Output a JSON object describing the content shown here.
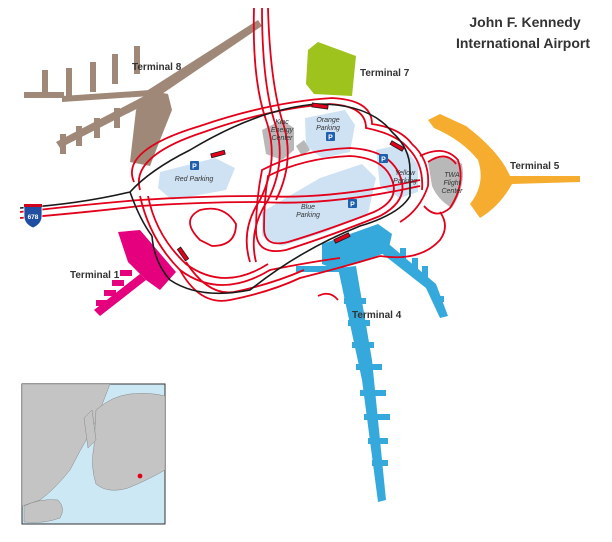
{
  "title": {
    "line1": "John F. Kennedy",
    "line2": "International Airport"
  },
  "terminals": [
    {
      "id": "t8",
      "label": "Terminal 8",
      "color": "#a08878"
    },
    {
      "id": "t7",
      "label": "Terminal 7",
      "color": "#9dc31c"
    },
    {
      "id": "t5",
      "label": "Terminal 5",
      "color": "#f6ad2f"
    },
    {
      "id": "t4",
      "label": "Terminal 4",
      "color": "#35a9dc"
    },
    {
      "id": "t1",
      "label": "Terminal 1",
      "color": "#e5007e"
    }
  ],
  "parking": [
    {
      "id": "red",
      "line1": "Red Parking",
      "line2": ""
    },
    {
      "id": "orange",
      "line1": "Orange",
      "line2": "Parking"
    },
    {
      "id": "yellow",
      "line1": "Yellow",
      "line2": "Parking"
    },
    {
      "id": "blue",
      "line1": "Blue",
      "line2": "Parking"
    }
  ],
  "parking_symbol": "P",
  "buildings": {
    "kiac_line1": "Kiac",
    "kiac_line2": "Energy",
    "kiac_line3": "Center",
    "twa_line1": "TWA",
    "twa_line2": "Flight",
    "twa_line3": "Center"
  },
  "highway": {
    "shield": "678"
  },
  "colors": {
    "roads": "#e2001a",
    "airtrain": "#1a1a1a",
    "lots": "#cfe2f3",
    "water": "#cde8f5",
    "land": "#c4c4c4",
    "buildings": "#b8b8b8"
  }
}
